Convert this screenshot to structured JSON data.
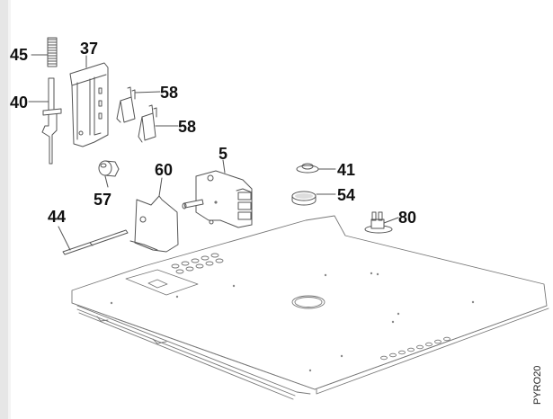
{
  "diagram": {
    "drawing_code": "PYRO20",
    "line_color": "#555555",
    "label_color": "#111111",
    "background": "#ffffff",
    "parts": [
      {
        "ref": "45",
        "name": "spring"
      },
      {
        "ref": "37",
        "name": "switch-bracket"
      },
      {
        "ref": "40",
        "name": "rod"
      },
      {
        "ref": "58",
        "name": "microswitch-upper"
      },
      {
        "ref": "58",
        "name": "microswitch-lower"
      },
      {
        "ref": "5",
        "name": "lock-motor"
      },
      {
        "ref": "57",
        "name": "bushing"
      },
      {
        "ref": "60",
        "name": "mounting-bracket"
      },
      {
        "ref": "44",
        "name": "shaft"
      },
      {
        "ref": "41",
        "name": "grommet"
      },
      {
        "ref": "54",
        "name": "cap"
      },
      {
        "ref": "80",
        "name": "thermostat"
      }
    ]
  }
}
